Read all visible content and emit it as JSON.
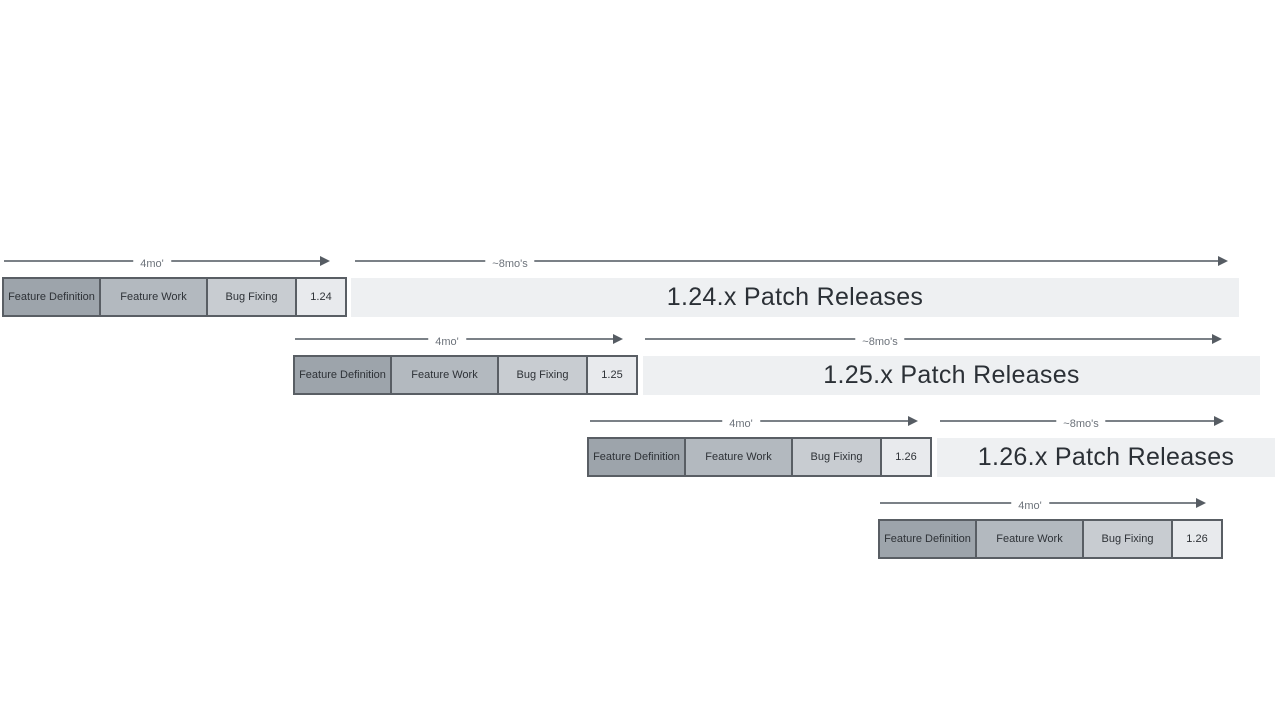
{
  "diagram": {
    "description": "Release cadence timeline diagram with overlapping minor release cycles and patch release windows",
    "colors": {
      "feature_definition_fill": "#9da4ab",
      "feature_work_fill": "#b3b9bf",
      "bug_fixing_fill": "#c8ccd1",
      "version_box_fill": "#e8eaed",
      "box_border": "#595e64",
      "patch_bar_fill": "#eef0f2",
      "arrow_line": "#7b8187",
      "text_dark": "#2b3036",
      "label_gray": "#6d737b",
      "background": "#ffffff"
    },
    "rows": [
      {
        "version": "1.24",
        "phases": [
          "Feature Definition",
          "Feature Work",
          "Bug Fixing"
        ],
        "dev_duration": "4mo'",
        "patch_duration": "~8mo's",
        "patch_text": "1.24.x Patch Releases"
      },
      {
        "version": "1.25",
        "phases": [
          "Feature Definition",
          "Feature Work",
          "Bug Fixing"
        ],
        "dev_duration": "4mo'",
        "patch_duration": "~8mo's",
        "patch_text": "1.25.x Patch Releases"
      },
      {
        "version": "1.26",
        "phases": [
          "Feature Definition",
          "Feature Work",
          "Bug Fixing"
        ],
        "dev_duration": "4mo'",
        "patch_duration": "~8mo's",
        "patch_text": "1.26.x Patch Releases"
      },
      {
        "version": "1.26",
        "phases": [
          "Feature Definition",
          "Feature Work",
          "Bug Fixing"
        ],
        "dev_duration": "4mo'"
      }
    ]
  }
}
